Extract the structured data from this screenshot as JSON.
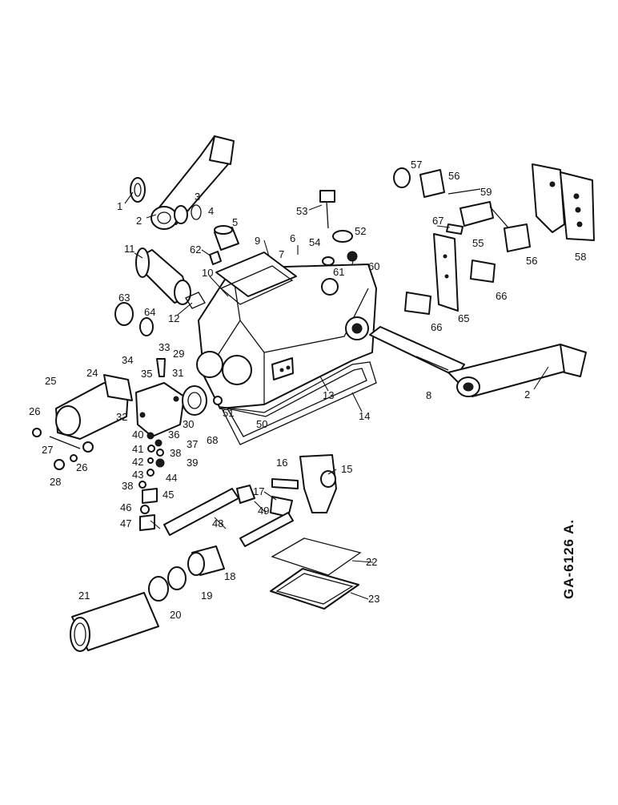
{
  "drawing_code": "GA-6126 A.",
  "callouts": [
    "1",
    "2",
    "3",
    "4",
    "5",
    "6",
    "7",
    "8",
    "9",
    "10",
    "11",
    "12",
    "13",
    "14",
    "15",
    "16",
    "17",
    "18",
    "19",
    "20",
    "21",
    "22",
    "23",
    "24",
    "25",
    "26",
    "27",
    "28",
    "29",
    "30",
    "31",
    "32",
    "33",
    "34",
    "35",
    "36",
    "37",
    "38",
    "39",
    "40",
    "41",
    "42",
    "43",
    "44",
    "45",
    "46",
    "47",
    "48",
    "49",
    "50",
    "51",
    "52",
    "53",
    "54",
    "55",
    "56",
    "57",
    "58",
    "59",
    "60",
    "61",
    "62",
    "63",
    "64",
    "65",
    "66",
    "67",
    "68"
  ]
}
